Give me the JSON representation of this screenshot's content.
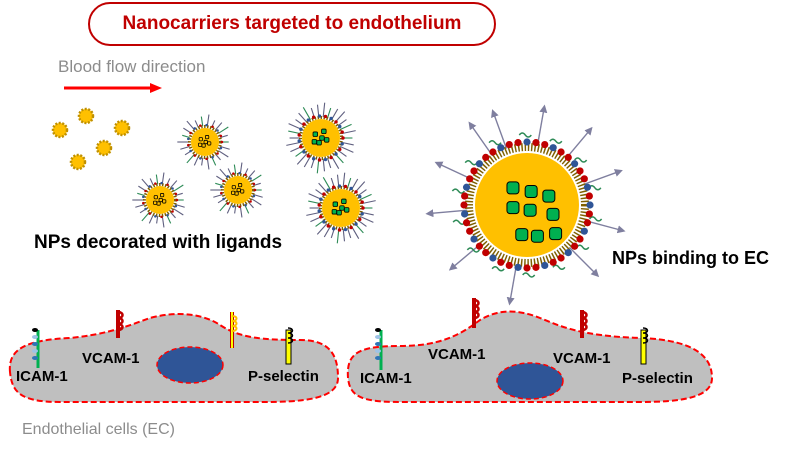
{
  "title": "Nanocarriers targeted to endothelium",
  "flow": {
    "label": "Blood flow direction",
    "arrow_color": "#ff0000"
  },
  "nps": {
    "label": "NPs decorated with ligands"
  },
  "binding": {
    "label": "NPs binding to EC"
  },
  "cells": {
    "label": "Endothelial cells (EC)",
    "left": {
      "icam": "ICAM-1",
      "vcam": "VCAM-1",
      "pselectin": "P-selectin"
    },
    "right": {
      "icam": "ICAM-1",
      "vcam": "VCAM-1",
      "pselectin": "P-selectin"
    }
  },
  "colors": {
    "title": "#c00000",
    "core": "#ffc000",
    "cell": "#bfbfbf",
    "cell_border": "#ff0000",
    "nucleus": "#2f5597",
    "drug": "#00b050",
    "icam": "#00b050",
    "vcam": "#c00000",
    "pselectin": "#ffff00"
  }
}
